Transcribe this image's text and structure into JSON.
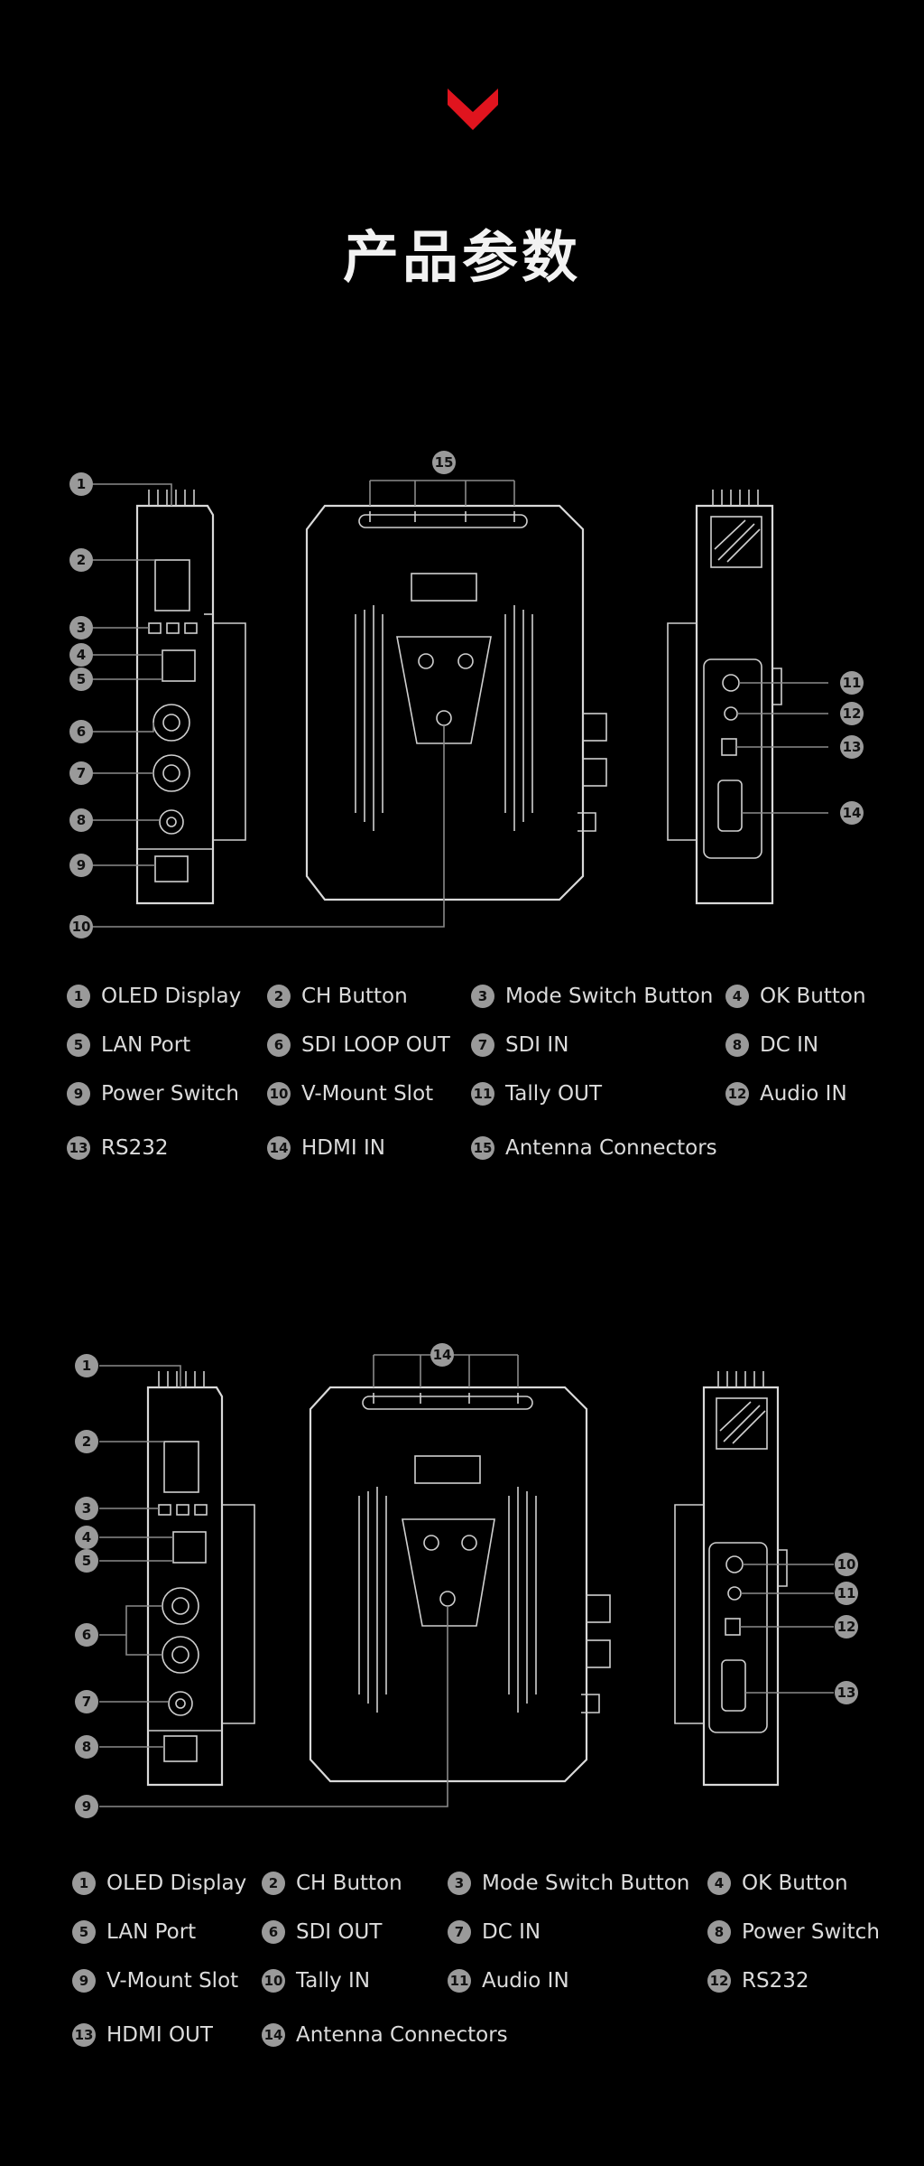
{
  "page_title": "产品参数",
  "colors": {
    "accent": "#e0141e",
    "background": "#000000",
    "line": "#d9d9d9",
    "badge": "#9a9a9a"
  },
  "transmitter": {
    "callouts": [
      "1",
      "2",
      "3",
      "4",
      "5",
      "6",
      "7",
      "8",
      "9",
      "10",
      "11",
      "12",
      "13",
      "14",
      "15"
    ],
    "legend": [
      {
        "num": "1",
        "label": "OLED Display"
      },
      {
        "num": "2",
        "label": "CH Button"
      },
      {
        "num": "3",
        "label": "Mode Switch Button"
      },
      {
        "num": "4",
        "label": "OK Button"
      },
      {
        "num": "5",
        "label": "LAN Port"
      },
      {
        "num": "6",
        "label": "SDI LOOP OUT"
      },
      {
        "num": "7",
        "label": "SDI IN"
      },
      {
        "num": "8",
        "label": "DC IN"
      },
      {
        "num": "9",
        "label": "Power Switch"
      },
      {
        "num": "10",
        "label": "V-Mount Slot"
      },
      {
        "num": "11",
        "label": "Tally OUT"
      },
      {
        "num": "12",
        "label": "Audio IN"
      },
      {
        "num": "13",
        "label": "RS232"
      },
      {
        "num": "14",
        "label": "HDMI IN"
      },
      {
        "num": "15",
        "label": "Antenna Connectors"
      }
    ]
  },
  "receiver": {
    "callouts": [
      "1",
      "2",
      "3",
      "4",
      "5",
      "6",
      "7",
      "8",
      "9",
      "10",
      "11",
      "12",
      "13",
      "14"
    ],
    "legend": [
      {
        "num": "1",
        "label": "OLED Display"
      },
      {
        "num": "2",
        "label": "CH Button"
      },
      {
        "num": "3",
        "label": "Mode Switch Button"
      },
      {
        "num": "4",
        "label": "OK Button"
      },
      {
        "num": "5",
        "label": "LAN Port"
      },
      {
        "num": "6",
        "label": "SDI OUT"
      },
      {
        "num": "7",
        "label": "DC IN"
      },
      {
        "num": "8",
        "label": "Power Switch"
      },
      {
        "num": "9",
        "label": "V-Mount Slot"
      },
      {
        "num": "10",
        "label": "Tally IN"
      },
      {
        "num": "11",
        "label": "Audio IN"
      },
      {
        "num": "12",
        "label": "RS232"
      },
      {
        "num": "13",
        "label": "HDMI OUT"
      },
      {
        "num": "14",
        "label": "Antenna Connectors"
      }
    ]
  }
}
